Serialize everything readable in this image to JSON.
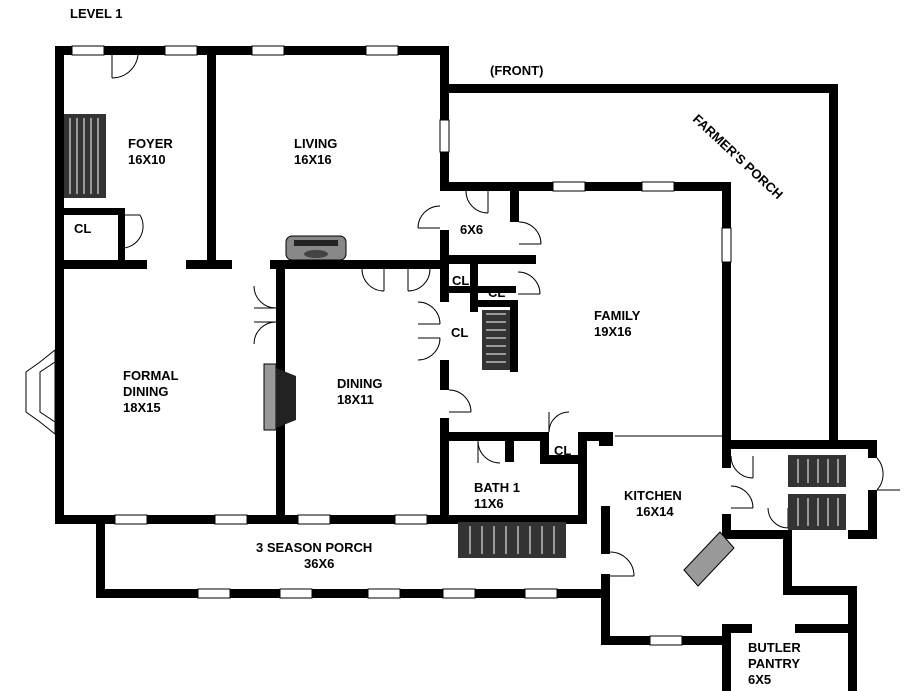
{
  "plan": {
    "level": "LEVEL 1",
    "front": "(FRONT)",
    "farmers_porch": "FARMER'S PORCH",
    "rooms": {
      "foyer": {
        "name": "FOYER",
        "size": "16X10"
      },
      "living": {
        "name": "LIVING",
        "size": "16X16"
      },
      "hall": {
        "name": "",
        "size": "6X6"
      },
      "formal_dining": {
        "name1": "FORMAL",
        "name2": "DINING",
        "size": "18X15"
      },
      "dining": {
        "name": "DINING",
        "size": "18X11"
      },
      "family": {
        "name": "FAMILY",
        "size": "19X16"
      },
      "bath1": {
        "name": "BATH 1",
        "size": "11X6"
      },
      "kitchen": {
        "name": "KITCHEN",
        "size": "16X14"
      },
      "season_porch": {
        "name": "3 SEASON PORCH",
        "size": "36X6"
      },
      "butler": {
        "name1": "BUTLER",
        "name2": "PANTRY",
        "size": "6X5"
      }
    },
    "closets": {
      "cl_foyer": "CL",
      "cl_1": "CL",
      "cl_2": "CL",
      "cl_3": "CL",
      "cl_kitchen": "CL"
    }
  }
}
